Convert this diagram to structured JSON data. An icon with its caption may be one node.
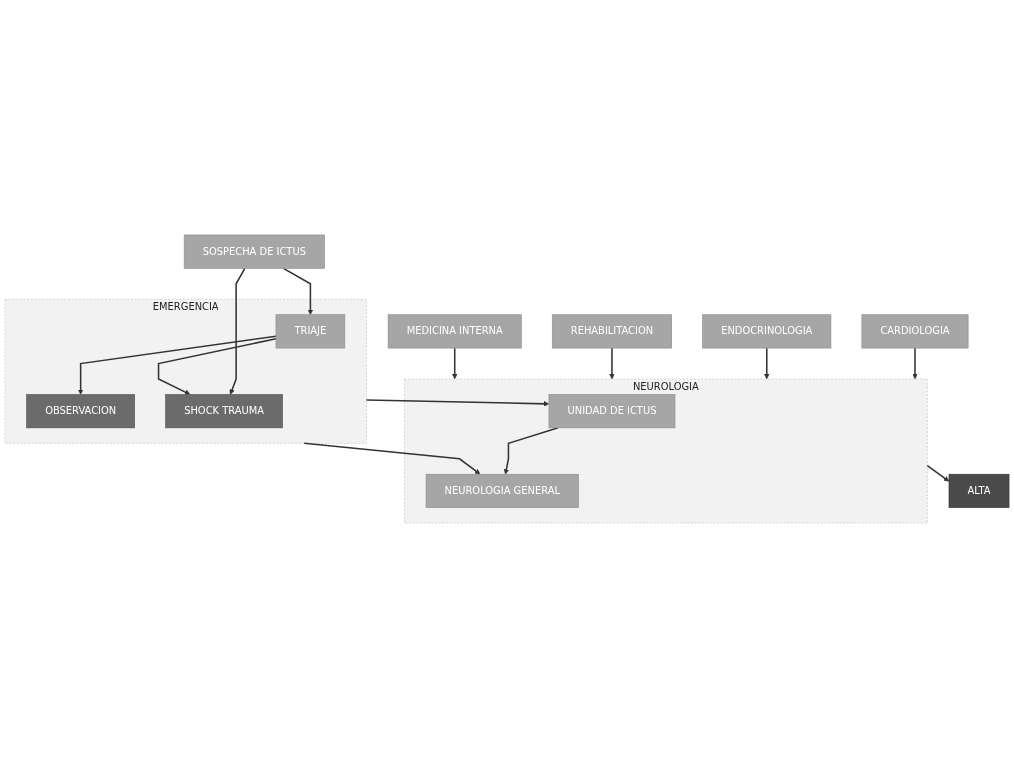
{
  "diagram": {
    "nodes": [
      {
        "text": [
          "SOSPECHA DE ICTUS"
        ]
      },
      {
        "text": [
          "EMERGENCIA"
        ]
      },
      {
        "text": [
          "TRIAJE"
        ],
        "in": 1
      },
      {
        "text": [
          "OBSERVACION"
        ],
        "in": 1
      },
      {
        "text": [
          "SHOCK TRAUMA"
        ],
        "in": 1
      },
      {
        "text": [
          "NEUROLOGIA"
        ]
      },
      {
        "text": [
          "UNIDAD DE ICTUS"
        ],
        "in": 5
      },
      {
        "text": [
          "NEUROLOGIA GENERAL"
        ],
        "in": 5
      },
      {
        "text": [
          "CARDIOLOGIA"
        ]
      },
      {
        "text": [
          "ENDOCRINOLOGIA"
        ]
      },
      {
        "text": [
          "REHABILITACION"
        ]
      },
      {
        "text": [
          "MEDICINA INTERNA"
        ]
      },
      {
        "text": [
          "ALTA"
        ]
      }
    ],
    "edges": [
      {
        "from": 0,
        "to": 2,
        "arrow": "to"
      },
      {
        "from": 0,
        "to": 4,
        "arrow": "to"
      },
      {
        "from": 2,
        "to": 3,
        "arrow": "to"
      },
      {
        "from": 2,
        "to": 4,
        "arrow": "to"
      },
      {
        "from": 1,
        "to": 6,
        "arrow": "to"
      },
      {
        "from": 1,
        "to": 7,
        "arrow": "to"
      },
      {
        "from": 6,
        "to": 7,
        "arrow": "to"
      },
      {
        "from": 8,
        "to": 5,
        "arrow": "to"
      },
      {
        "from": 9,
        "to": 5,
        "arrow": "to"
      },
      {
        "from": 10,
        "to": 5,
        "arrow": "to"
      },
      {
        "from": 11,
        "to": 5,
        "arrow": "to"
      },
      {
        "from": 5,
        "to": 12,
        "arrow": "to"
      }
    ]
  }
}
